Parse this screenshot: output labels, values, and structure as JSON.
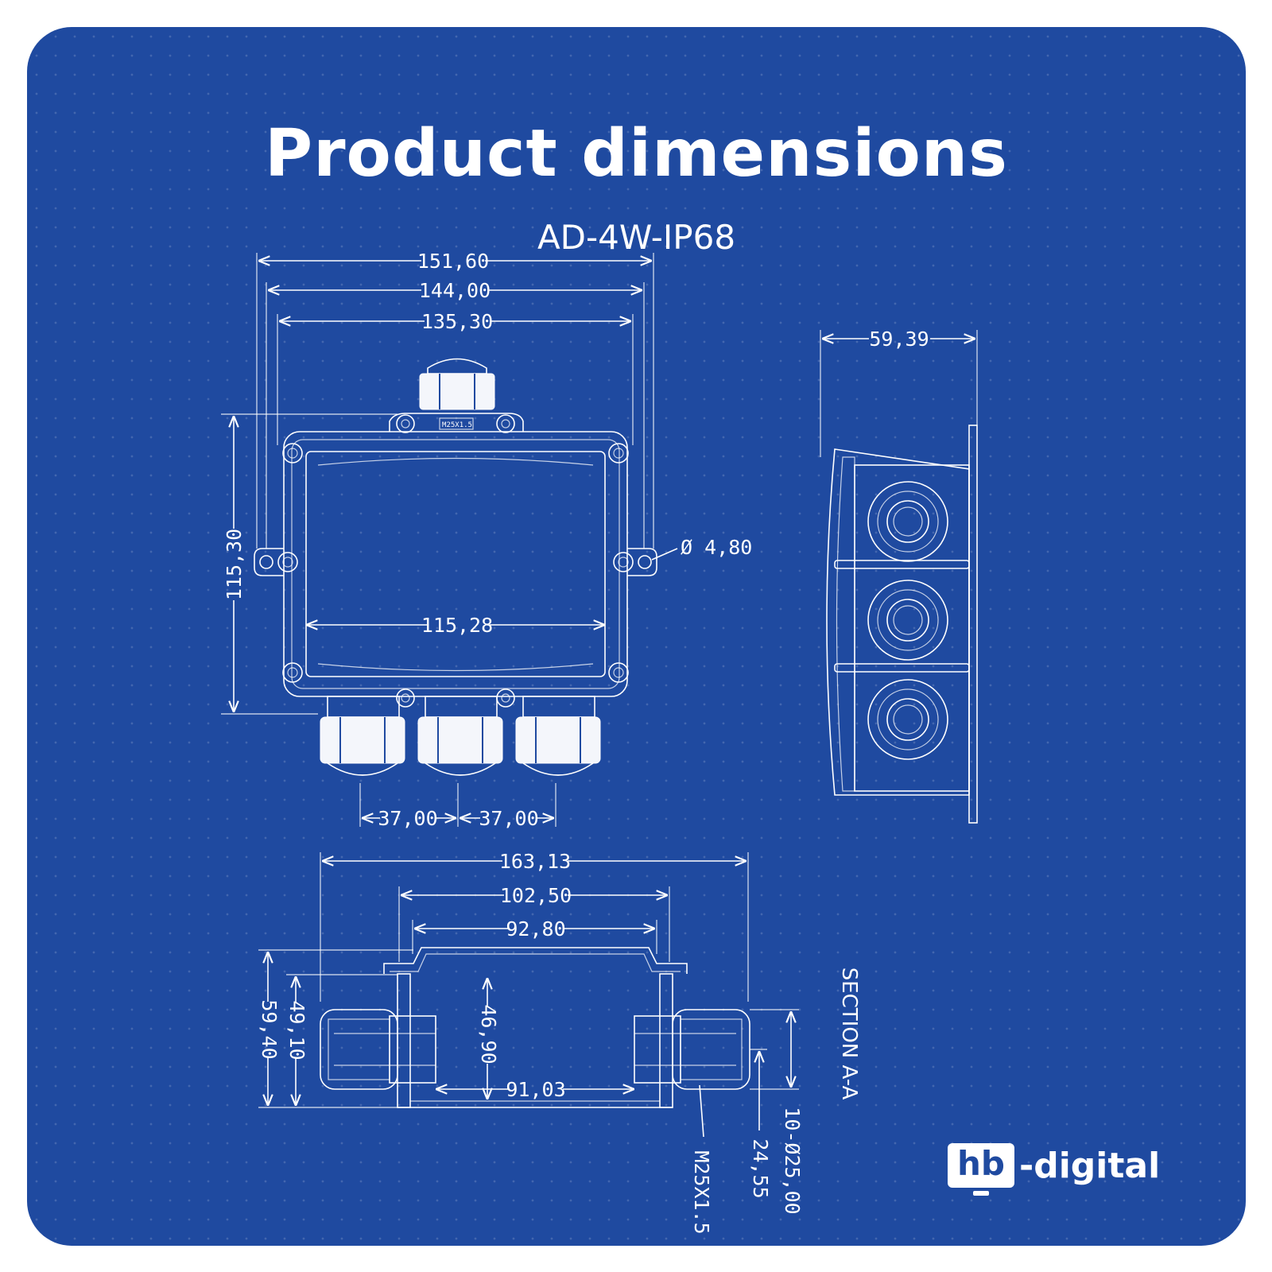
{
  "header": {
    "title": "Product dimensions",
    "model": "AD-4W-IP68"
  },
  "top_view": {
    "width_overall": "151,60",
    "width_mounting": "144,00",
    "width_body": "135,30",
    "height_overall": "115,30",
    "inner_width": "115,28",
    "hole_diameter": "Ø 4,80",
    "gland_pitch_left": "37,00",
    "gland_pitch_right": "37,00",
    "gland_marking": "M25X1.5"
  },
  "side_view": {
    "depth": "59,39"
  },
  "section_view": {
    "label": "SECTION A-A",
    "overall_length": "163,13",
    "length_a": "102,50",
    "length_b": "92,80",
    "inner_length": "91,03",
    "height_overall": "59,40",
    "height_body": "49,10",
    "inner_height": "46,90",
    "thread": "M25X1.5",
    "gland_offset": "24,55",
    "cable_range": "10-Ø25,00"
  },
  "brand": {
    "box": "hb",
    "text": "-digital"
  },
  "colors": {
    "background": "#1f4aa0",
    "line": "#ffffff"
  }
}
